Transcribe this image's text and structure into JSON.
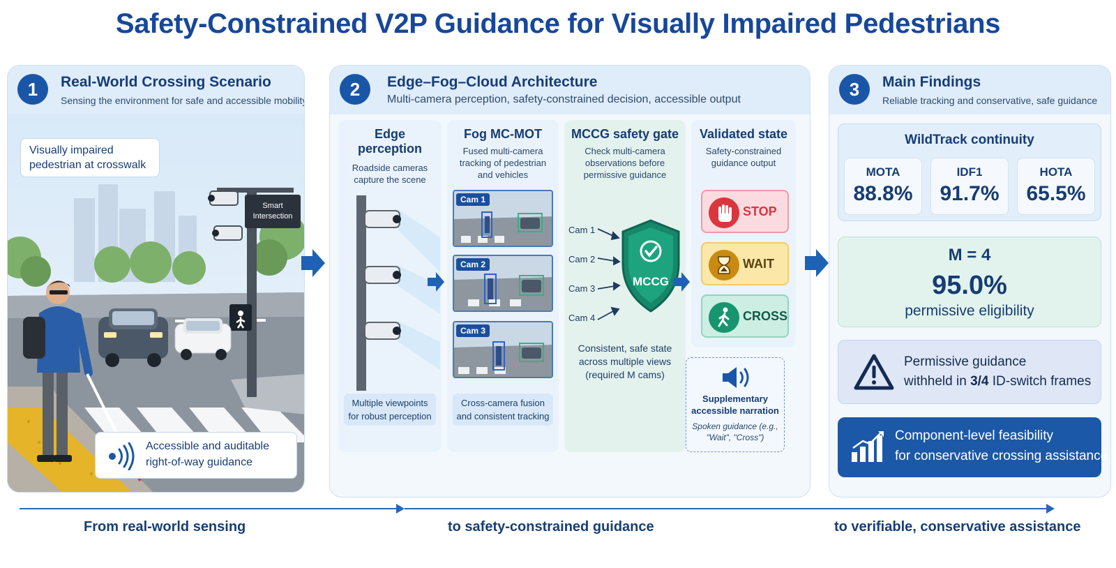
{
  "title": "Safety-Constrained V2P Guidance for Visually Impaired Pedestrians",
  "panel1": {
    "number": "1",
    "title": "Real-World Crossing Scenario",
    "subtitle": "Sensing the environment for safe and accessible mobility",
    "callout_pedestrian": "Visually impaired pedestrian at crosswalk",
    "sign_intersection": "Smart Intersection",
    "callout_guidance": "Accessible and auditable right-of-way guidance"
  },
  "panel2": {
    "number": "2",
    "title": "Edge–Fog–Cloud Architecture",
    "subtitle": "Multi-camera perception, safety-constrained decision, accessible output",
    "edge": {
      "title": "Edge perception",
      "desc": "Roadside cameras capture the scene",
      "footer": "Multiple viewpoints for robust perception"
    },
    "fog": {
      "title": "Fog MC-MOT",
      "desc": "Fused multi-camera tracking of pedestrian and vehicles",
      "cams": [
        "Cam 1",
        "Cam 2",
        "Cam 3"
      ],
      "footer": "Cross-camera fusion and consistent tracking"
    },
    "gate": {
      "title": "MCCG safety gate",
      "desc": "Check multi-camera observations before permissive guidance",
      "inputs": [
        "Cam 1",
        "Cam 2",
        "Cam 3",
        "Cam 4"
      ],
      "shield_label": "MCCG",
      "footer": "Consistent, safe state across multiple views (required M cams)"
    },
    "validated": {
      "title": "Validated state",
      "desc": "Safety-constrained guidance output",
      "states": [
        {
          "label": "STOP",
          "color": "#d9363e",
          "bg": "#fbdbe0",
          "border": "#ef9aa6"
        },
        {
          "label": "WAIT",
          "color": "#5a4310",
          "bg": "#fbe8a8",
          "border": "#efcc6b"
        },
        {
          "label": "CROSS",
          "color": "#0f5c46",
          "bg": "#cdeee2",
          "border": "#8fd6bc"
        }
      ],
      "narration_title": "Supplementary accessible narration",
      "narration_desc": "Spoken guidance (e.g., \"Wait\", \"Cross\")"
    }
  },
  "panel3": {
    "number": "3",
    "title": "Main Findings",
    "subtitle": "Reliable tracking and conservative, safe guidance",
    "wildtrack_title": "WildTrack continuity",
    "metrics": [
      {
        "name": "MOTA",
        "value": "88.8%"
      },
      {
        "name": "IDF1",
        "value": "91.7%"
      },
      {
        "name": "HOTA",
        "value": "65.5%"
      }
    ],
    "m_label": "M = 4",
    "m_value": "95.0%",
    "m_desc": "permissive eligibility",
    "permissive_line1": "Permissive guidance",
    "permissive_line2_pre": "withheld in ",
    "permissive_line2_bold": "3/4",
    "permissive_line2_post": " ID-switch frames",
    "feasibility_line1": "Component-level feasibility",
    "feasibility_line2": "for conservative crossing assistance"
  },
  "bottom": {
    "left": "From real-world sensing",
    "middle": "to safety-constrained guidance",
    "right": "to verifiable, conservative assistance"
  }
}
